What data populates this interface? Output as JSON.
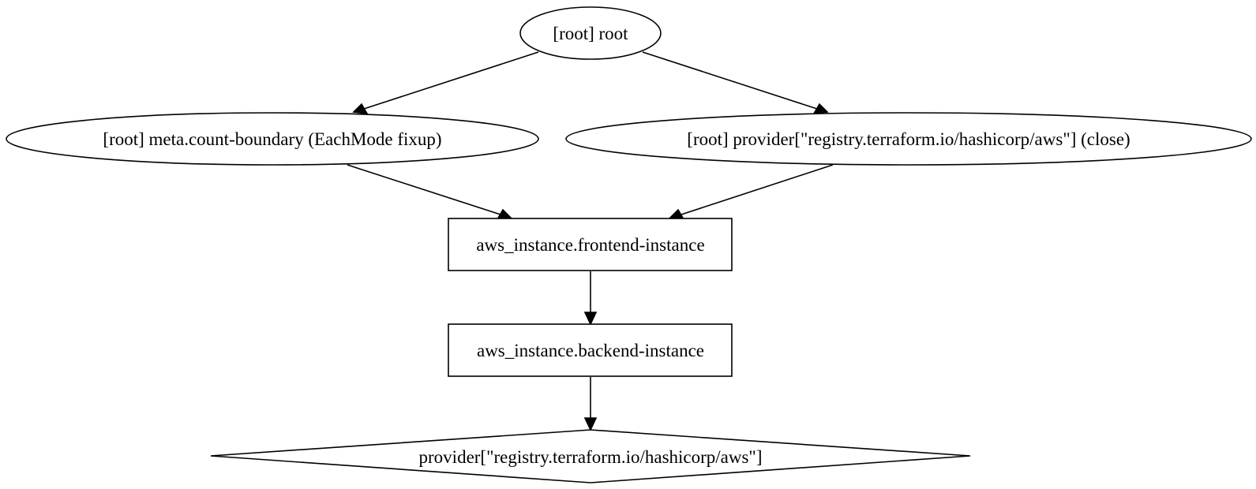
{
  "graph": {
    "nodes": [
      {
        "id": "root",
        "label": "[root] root",
        "shape": "ellipse"
      },
      {
        "id": "count-boundary",
        "label": "[root] meta.count-boundary (EachMode fixup)",
        "shape": "ellipse"
      },
      {
        "id": "provider-close",
        "label": "[root] provider[\"registry.terraform.io/hashicorp/aws\"] (close)",
        "shape": "ellipse"
      },
      {
        "id": "frontend",
        "label": "aws_instance.frontend-instance",
        "shape": "box"
      },
      {
        "id": "backend",
        "label": "aws_instance.backend-instance",
        "shape": "box"
      },
      {
        "id": "provider",
        "label": "provider[\"registry.terraform.io/hashicorp/aws\"]",
        "shape": "diamond"
      }
    ],
    "edges": [
      {
        "from": "root",
        "to": "count-boundary"
      },
      {
        "from": "root",
        "to": "provider-close"
      },
      {
        "from": "count-boundary",
        "to": "frontend"
      },
      {
        "from": "provider-close",
        "to": "frontend"
      },
      {
        "from": "frontend",
        "to": "backend"
      },
      {
        "from": "backend",
        "to": "provider"
      }
    ]
  }
}
